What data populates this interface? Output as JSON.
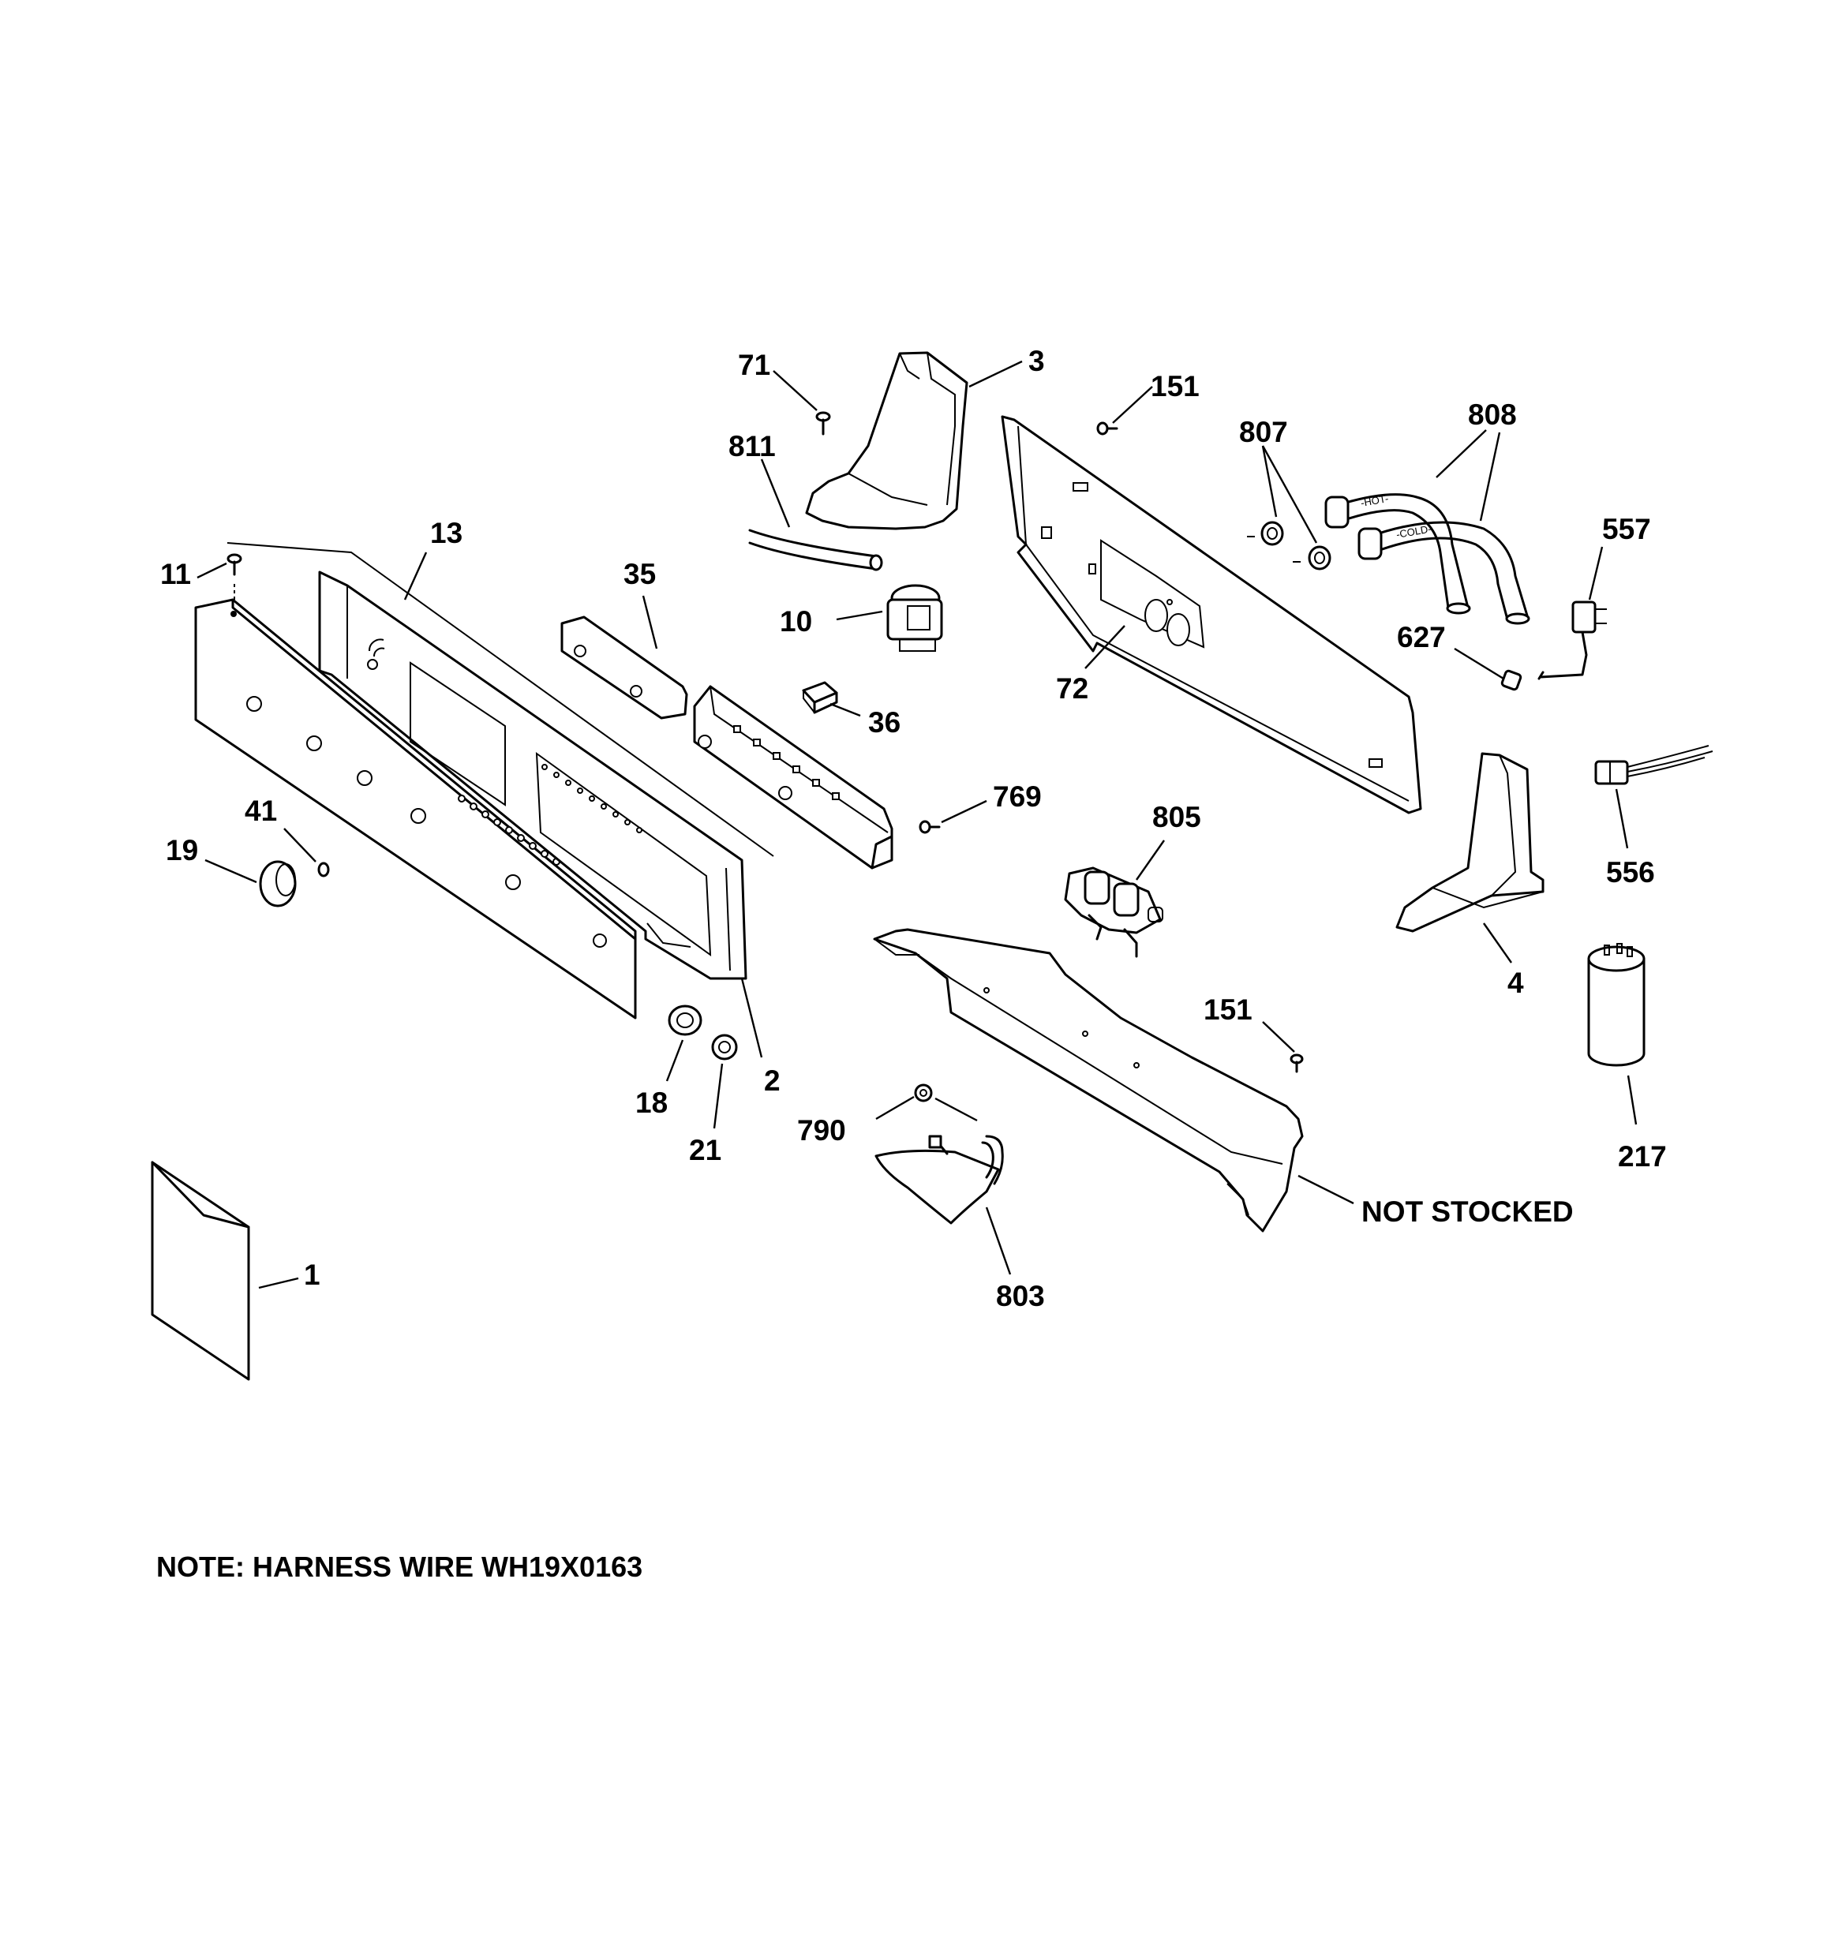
{
  "labels": {
    "l1": "1",
    "l2": "2",
    "l3": "3",
    "l4": "4",
    "l10": "10",
    "l11": "11",
    "l13": "13",
    "l18": "18",
    "l19": "19",
    "l21": "21",
    "l35": "35",
    "l36": "36",
    "l41": "41",
    "l71": "71",
    "l72": "72",
    "l151a": "151",
    "l151b": "151",
    "l217": "217",
    "l556": "556",
    "l557": "557",
    "l627": "627",
    "l769": "769",
    "l790": "790",
    "l803": "803",
    "l805": "805",
    "l807": "807",
    "l808": "808",
    "l811": "811",
    "not_stocked": "NOT STOCKED"
  },
  "hose_marks": {
    "hot": "-HOT-",
    "cold": "-COLD-"
  },
  "note": "NOTE: HARNESS WIRE WH19X0163"
}
